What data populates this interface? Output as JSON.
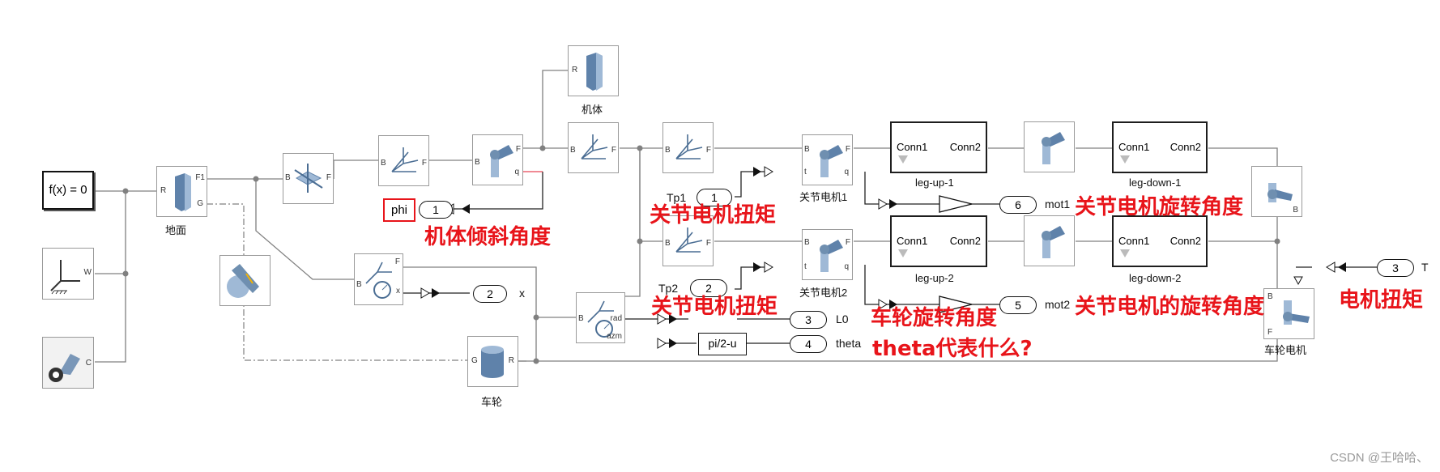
{
  "diagram": {
    "solver_block": "f(x) = 0",
    "ground_caption": "地面",
    "body_caption": "机体",
    "wheel_caption": "车轮",
    "joint1_caption": "关节电机1",
    "joint2_caption": "关节电机2",
    "wheel_motor_caption": "车轮电机",
    "leg_up_1": "leg-up-1",
    "leg_up_2": "leg-up-2",
    "leg_down_1": "leg-down-1",
    "leg_down_2": "leg-down-2",
    "conn1": "Conn1",
    "conn2": "Conn2",
    "phi_label": "phi",
    "tp1_label": "Tp1",
    "tp2_label": "Tp2",
    "fcn_block": "pi/2-u",
    "outports": [
      {
        "num": "1",
        "name": ""
      },
      {
        "num": "2",
        "name": "x"
      },
      {
        "num": "3",
        "name": "L0"
      },
      {
        "num": "4",
        "name": "theta"
      },
      {
        "num": "5",
        "name": "mot2"
      },
      {
        "num": "6",
        "name": "mot1"
      }
    ],
    "inports": [
      {
        "num": "1",
        "name": "Tp1"
      },
      {
        "num": "2",
        "name": "Tp2"
      },
      {
        "num": "3",
        "name": "T"
      }
    ],
    "port_labels": {
      "R": "R",
      "F1": "F1",
      "G": "G",
      "B": "B",
      "F": "F",
      "q": "q",
      "t": "t",
      "W": "W",
      "C": "C",
      "x": "x",
      "rad": "rad",
      "azm": "azm"
    }
  },
  "annotations": {
    "body_tilt": "机体倾斜角度",
    "joint_torque_1": "关节电机扭矩",
    "joint_torque_2": "关节电机扭矩",
    "joint_rot_1": "关节电机旋转角度",
    "joint_rot_2": "关节电机的旋转角度",
    "wheel_rot": "车轮旋转角度",
    "theta_question": "theta代表什么?",
    "motor_torque": "电机扭矩"
  },
  "watermark": "CSDN @王哈哈、",
  "colors": {
    "annotation": "#e8141a",
    "wire": "#808080",
    "signal": "#222222",
    "block_blue": "#6f8fb0"
  }
}
